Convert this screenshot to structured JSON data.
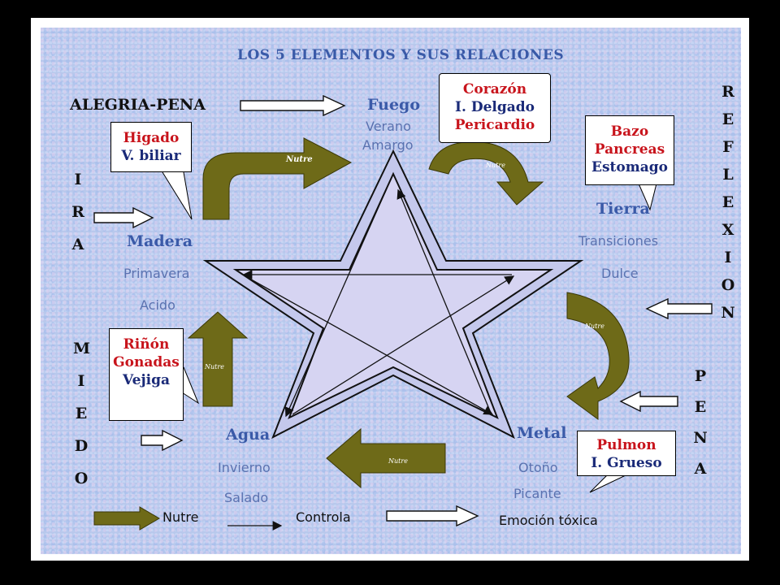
{
  "title": "LOS 5 ELEMENTOS Y SUS RELACIONES",
  "emotions": {
    "fuego": "ALEGRIA-PENA",
    "madera": "IRA",
    "tierra": "REFLEXION",
    "metal": "PENA",
    "agua": "MIEDO"
  },
  "elements": {
    "fuego": {
      "name": "Fuego",
      "season": "Verano",
      "taste": "Amargo"
    },
    "madera": {
      "name": "Madera",
      "season": "Primavera",
      "taste": "Acido"
    },
    "tierra": {
      "name": "Tierra",
      "season": "Transiciones",
      "taste": "Dulce"
    },
    "metal": {
      "name": "Metal",
      "season": "Otoño",
      "taste": "Picante"
    },
    "agua": {
      "name": "Agua",
      "season": "Invierno",
      "taste": "Salado"
    }
  },
  "organs": {
    "madera": [
      "Higado",
      "V. biliar"
    ],
    "fuego": [
      "Corazón",
      "I. Delgado",
      "Pericardio"
    ],
    "tierra": [
      "Bazo",
      "Pancreas",
      "Estomago"
    ],
    "metal": [
      "Pulmon",
      "I. Grueso"
    ],
    "agua": [
      "Riñón",
      "Gonadas",
      "Vejiga"
    ]
  },
  "arrow_label": "Nutre",
  "legend": {
    "nutre": "Nutre",
    "controla": "Controla",
    "emocion": "Emoción tóxica"
  },
  "colors": {
    "background": "#b8c8ec",
    "nourish_arrow": "#6e6a18",
    "organ_primary": "#c8141c",
    "organ_secondary": "#1a2a78",
    "element_text": "#3a5aa8",
    "star_fill": "#c4c8ec"
  }
}
